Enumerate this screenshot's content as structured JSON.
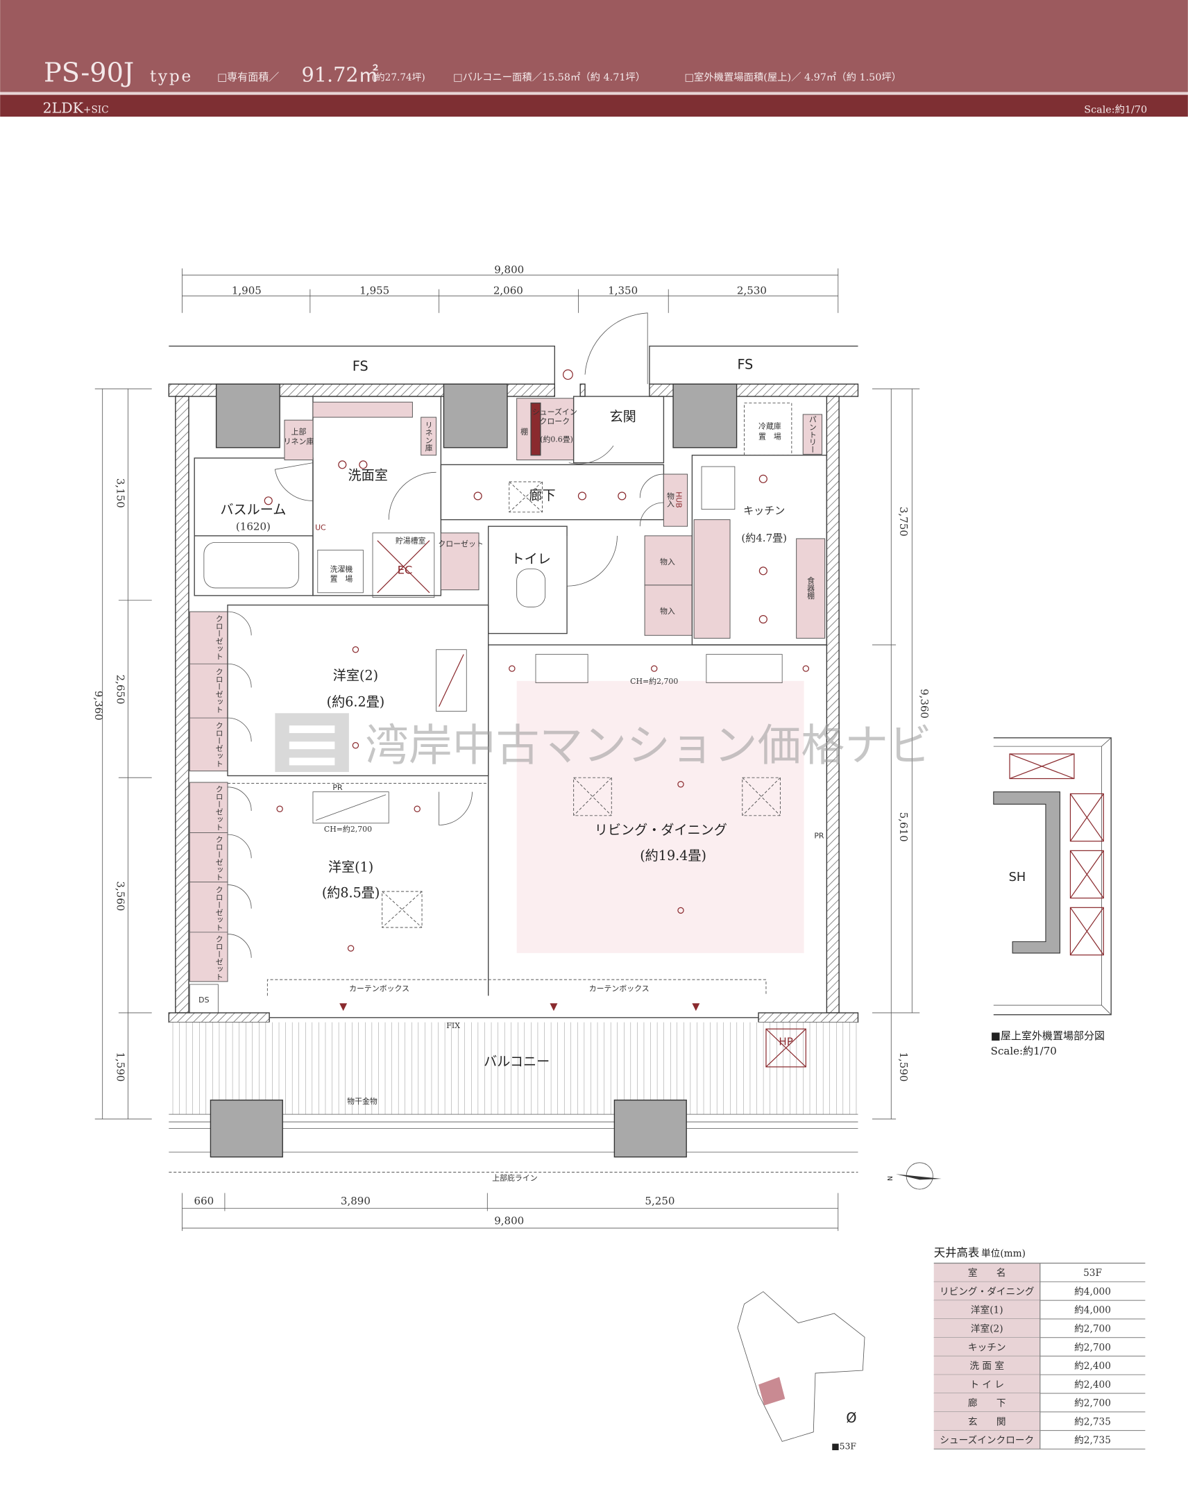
{
  "header": {
    "type_code": "PS-90J",
    "type_suffix": "type",
    "area_label": "□専有面積／",
    "area_value": "91.72㎡",
    "area_tsubo": "(約27.74坪)",
    "balcony_area": "□バルコニー面積／15.58㎡（約 4.71坪）",
    "outdoor_unit_area": "□室外機置場面積(屋上)／ 4.97㎡（約 1.50坪）",
    "layout": "2LDK",
    "layout_suffix": "+SIC",
    "scale": "Scale:約1/70",
    "band_color": "#9c5a5e",
    "band_dark_color": "#7e2f33"
  },
  "dimensions": {
    "top_total": "9,800",
    "top_segments": [
      "1,905",
      "1,955",
      "2,060",
      "1,350",
      "2,530"
    ],
    "bottom_segments": [
      "660",
      "3,890",
      "5,250"
    ],
    "bottom_total": "9,800",
    "left_total": "9,360",
    "left_segments": [
      "3,150",
      "2,650",
      "3,560",
      "1,590"
    ],
    "right_total": "9,360",
    "right_segments": [
      "3,750",
      "5,610",
      "1,590"
    ]
  },
  "rooms": {
    "fs_left": "FS",
    "fs_right": "FS",
    "bathroom": "バスルーム",
    "bathroom_size": "(1620)",
    "washroom": "洗面室",
    "entrance": "玄関",
    "hallway": "廊下",
    "toilet": "トイレ",
    "kitchen": "キッチン",
    "kitchen_size": "(約4.7畳)",
    "bedroom2": "洋室(2)",
    "bedroom2_size": "(約6.2畳)",
    "bedroom1": "洋室(1)",
    "bedroom1_size": "(約8.5畳)",
    "living": "リビング・ダイニング",
    "living_size": "(約19.4畳)",
    "balcony": "バルコニー",
    "shoe_closet": "シューズイン",
    "shoe_closet2": "クローク",
    "shoe_closet_size": "(約0.6畳)",
    "shelf": "棚",
    "linen_upper1": "上部",
    "linen_upper2": "リネン庫",
    "linen": "リネン庫",
    "laundry1": "洗濯機",
    "laundry2": "置　場",
    "water_heater": "貯湯槽室",
    "ec": "EC",
    "closet_small": "クローゼット",
    "storage1": "物入",
    "storage2": "物入",
    "storage_hub": "物入",
    "hub": "HUB",
    "fridge1": "冷蔵庫",
    "fridge2": "置　場",
    "pantry": "パントリー",
    "dish_shelf": "食器棚",
    "closets": [
      "クローゼット",
      "クローゼット",
      "クローゼット",
      "クローゼット",
      "クローゼット",
      "クローゼット",
      "クローゼット"
    ],
    "ch_ld": "CH=約2,700",
    "ch_b1": "CH=約2,700",
    "pr1": "PR",
    "pr2": "PR",
    "curtain1": "カーテンボックス",
    "curtain2": "カーテンボックス",
    "ds": "DS",
    "fix": "FIX",
    "hp": "HP",
    "drying": "物干金物",
    "eave": "上部庇ライン",
    "uc": "UC"
  },
  "watermark": "湾岸中古マンション価格ナビ",
  "rooftop": {
    "sh": "SH",
    "caption": "■屋上室外機置場部分図",
    "scale": "Scale:約1/70"
  },
  "compass": {
    "north": "N"
  },
  "keyplan": {
    "floor": "■53F"
  },
  "ceiling_table": {
    "title": "天井高表",
    "unit": "単位(mm)",
    "header": [
      "室　　名",
      "53F"
    ],
    "rows": [
      [
        "リビング・ダイニング",
        "約4,000"
      ],
      [
        "洋室(1)",
        "約4,000"
      ],
      [
        "洋室(2)",
        "約2,700"
      ],
      [
        "キッチン",
        "約2,700"
      ],
      [
        "洗 面 室",
        "約2,400"
      ],
      [
        "ト イ レ",
        "約2,400"
      ],
      [
        "廊　　下",
        "約2,700"
      ],
      [
        "玄　　関",
        "約2,735"
      ],
      [
        "シューズインクローク",
        "約2,735"
      ]
    ],
    "label_bg": "#e8d3d6"
  }
}
